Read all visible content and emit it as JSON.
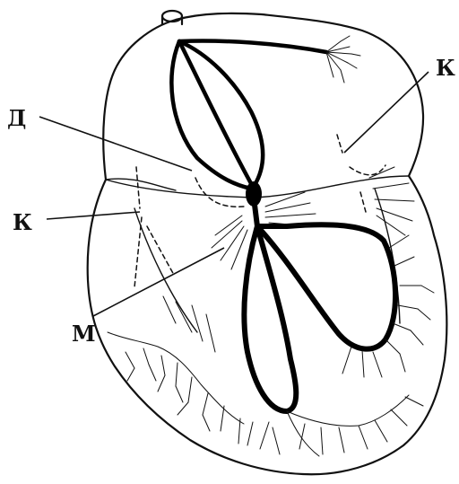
{
  "labels": {
    "top_left": "Д",
    "left": "К",
    "top_right": "К",
    "bottom_left": "М"
  }
}
